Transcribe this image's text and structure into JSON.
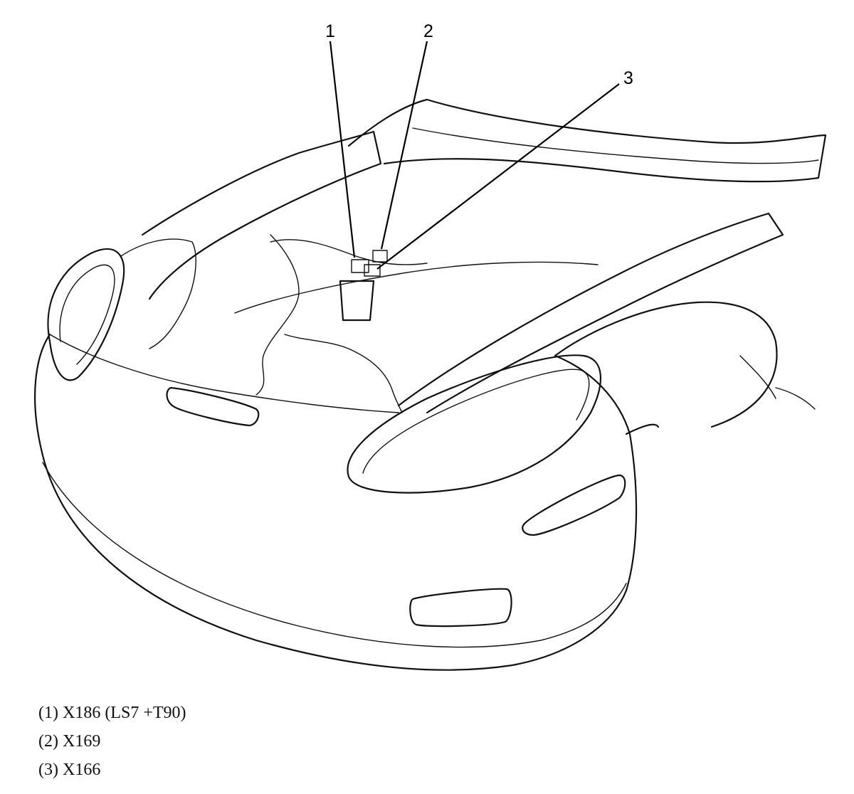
{
  "callouts": [
    "1",
    "2",
    "3"
  ],
  "legend": [
    "(1) X186 (LS7 +T90)",
    "(2) X169",
    "(3) X166"
  ]
}
